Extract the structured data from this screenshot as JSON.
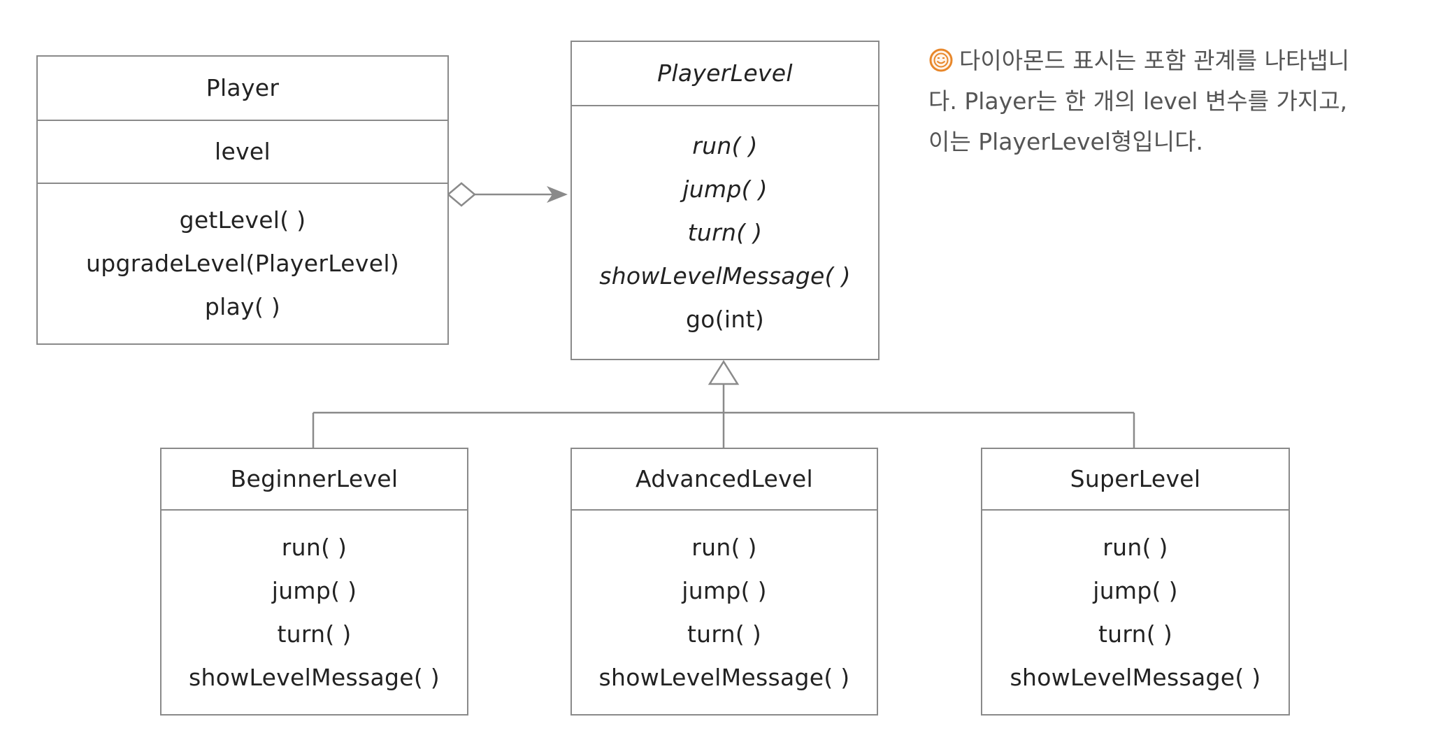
{
  "diagram": {
    "player": {
      "name": "Player",
      "attributes": [
        "level"
      ],
      "methods": [
        "getLevel( )",
        "upgradeLevel(PlayerLevel)",
        "play( )"
      ]
    },
    "player_level": {
      "name": "PlayerLevel",
      "methods": [
        "run( )",
        "jump( )",
        "turn( )",
        "showLevelMessage( )"
      ],
      "concrete_methods": [
        "go(int)"
      ]
    },
    "beginner_level": {
      "name": "BeginnerLevel",
      "methods": [
        "run( )",
        "jump( )",
        "turn( )",
        "showLevelMessage( )"
      ]
    },
    "advanced_level": {
      "name": "AdvancedLevel",
      "methods": [
        "run( )",
        "jump( )",
        "turn( )",
        "showLevelMessage( )"
      ]
    },
    "super_level": {
      "name": "SuperLevel",
      "methods": [
        "run( )",
        "jump( )",
        "turn( )",
        "showLevelMessage( )"
      ]
    },
    "relations": [
      {
        "type": "aggregation",
        "from": "Player",
        "to": "PlayerLevel"
      },
      {
        "type": "generalization",
        "from": "BeginnerLevel",
        "to": "PlayerLevel"
      },
      {
        "type": "generalization",
        "from": "AdvancedLevel",
        "to": "PlayerLevel"
      },
      {
        "type": "generalization",
        "from": "SuperLevel",
        "to": "PlayerLevel"
      }
    ]
  },
  "note": {
    "icon": "smiley-icon",
    "icon_color": "#e8872a",
    "lines": [
      "다이아몬드 표시는 포함 관계를 나타냅니",
      "다. Player는 한 개의 level 변수를 가지고,",
      "이는 PlayerLevel형입니다."
    ]
  },
  "colors": {
    "line": "#8a8a8a",
    "text": "#222222",
    "note_text": "#555555"
  }
}
